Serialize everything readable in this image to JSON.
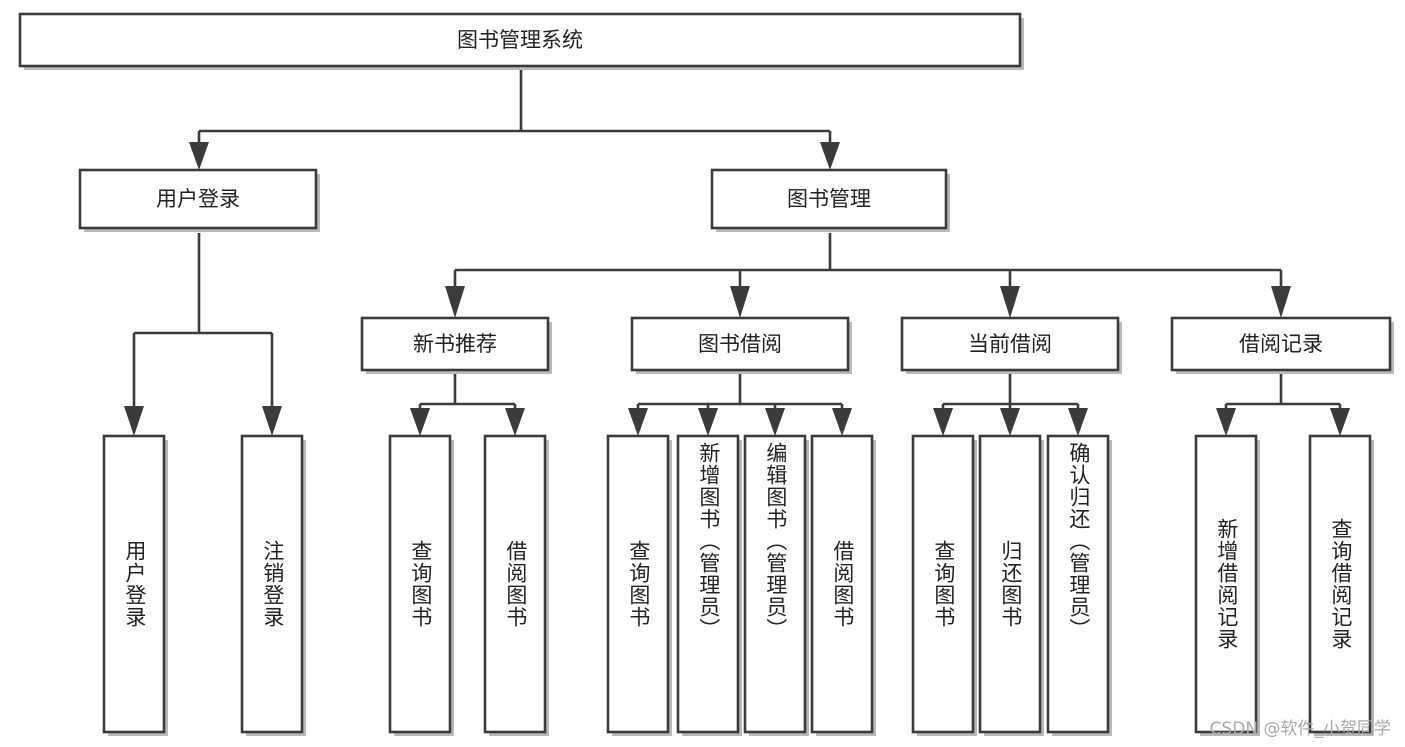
{
  "diagram": {
    "type": "tree-flowchart",
    "title": "图书管理系统",
    "watermark": "CSDN @软件_小贺同学",
    "colors": {
      "box_border": "#3b3b3b",
      "box_fill": "#ffffff",
      "connector": "#3b3b3b",
      "text": "#222222",
      "watermark": "#a9a9a9",
      "background": "#ffffff"
    },
    "nodes": {
      "root": {
        "label": "图书管理系统"
      },
      "level1": [
        {
          "label": "用户登录"
        },
        {
          "label": "图书管理"
        }
      ],
      "level2": [
        {
          "label": "新书推荐"
        },
        {
          "label": "图书借阅"
        },
        {
          "label": "当前借阅"
        },
        {
          "label": "借阅记录"
        }
      ],
      "leaves_user_login": [
        {
          "label": "用户登录"
        },
        {
          "label": "注销登录"
        }
      ],
      "leaves_new_book": [
        {
          "label": "查询图书"
        },
        {
          "label": "借阅图书"
        }
      ],
      "leaves_borrow": [
        {
          "label": "查询图书"
        },
        {
          "label": "新增图书（管理员）"
        },
        {
          "label": "编辑图书（管理员）"
        },
        {
          "label": "借阅图书"
        }
      ],
      "leaves_current": [
        {
          "label": "查询图书"
        },
        {
          "label": "归还图书"
        },
        {
          "label": "确认归还（管理员）"
        }
      ],
      "leaves_record": [
        {
          "label": "新增借阅记录"
        },
        {
          "label": "查询借阅记录"
        }
      ]
    }
  }
}
